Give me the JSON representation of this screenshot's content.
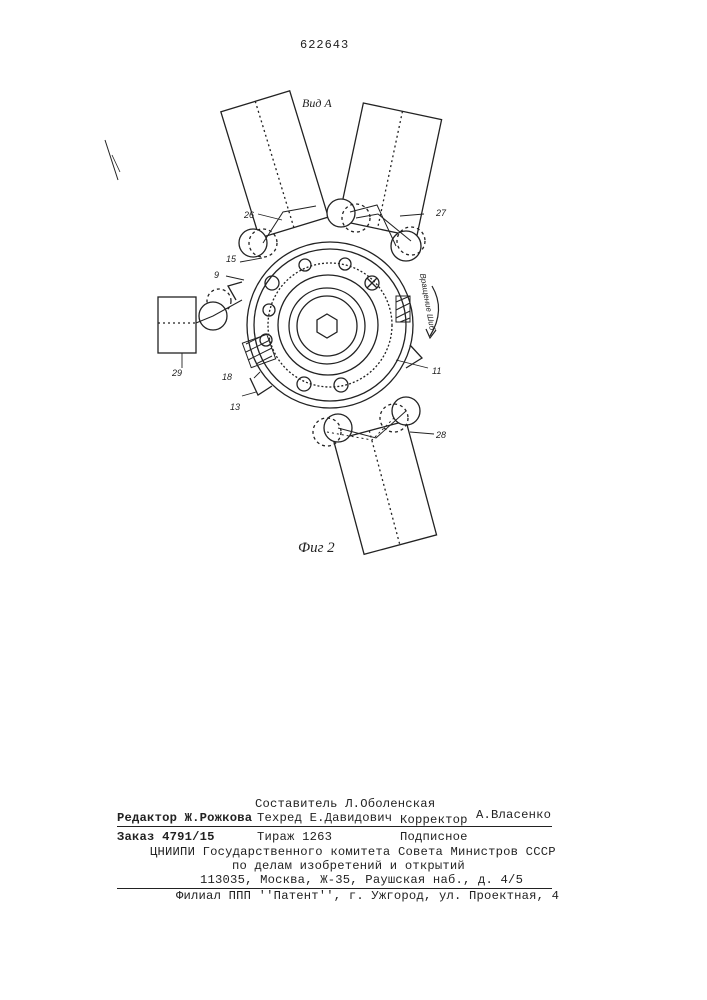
{
  "header": {
    "patent_number": "622643"
  },
  "figure": {
    "view_label": "Вид А",
    "caption": "Фиг 2",
    "labels": {
      "l26": "26",
      "l27": "27",
      "l15": "15",
      "l9": "9",
      "l29": "29",
      "l18": "18",
      "l13": "13",
      "l11": "11",
      "l28": "28"
    },
    "rotation_label": "Вращение\nШиб"
  },
  "footer": {
    "compiler": "Составитель Л.Оболенская",
    "editor": "Редактор Ж.Рожкова",
    "techred": "Техред Е.Давидович",
    "corrector": "Корректор",
    "corrector_name": "А.Власенко",
    "order": "Заказ 4791/15",
    "circulation": "Тираж 1263",
    "subscription": "Подписное",
    "org_line1": "ЦНИИПИ Государственного комитета Совета Министров СССР",
    "org_line2": "по делам изобретений и открытий",
    "address": "113035, Москва, Ж-35, Раушская наб., д. 4/5",
    "branch": "Филиал ППП ''Патент'', г. Ужгород, ул. Проектная, 4"
  }
}
